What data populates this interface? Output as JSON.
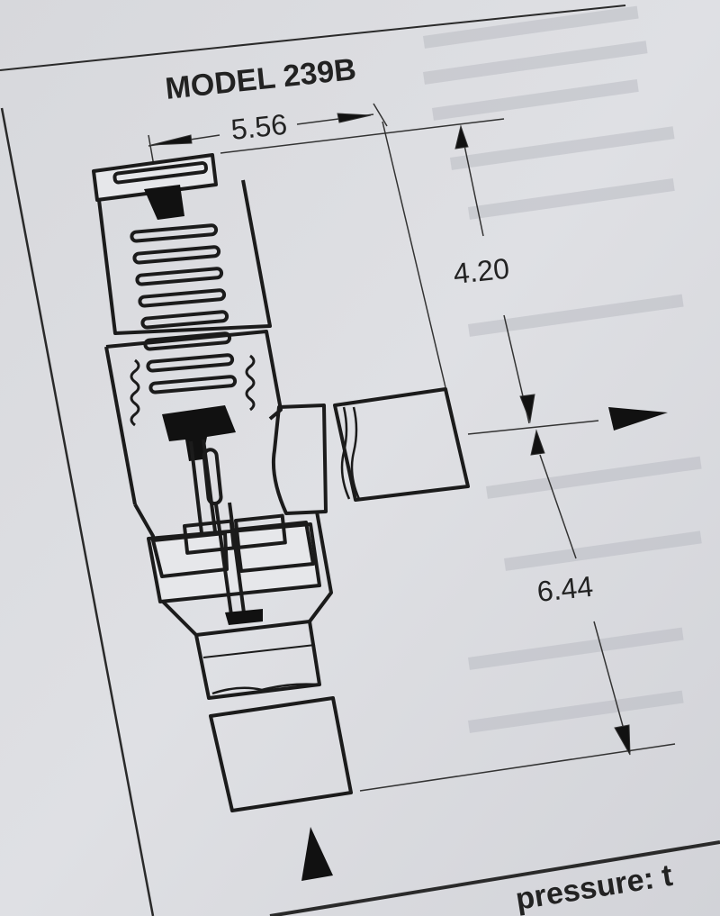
{
  "figure": {
    "title": "MODEL 239B",
    "dimensions": {
      "top_width": "5.56",
      "upper_height": "4.20",
      "lower_height": "6.44"
    },
    "bottom_text": "pressure: t"
  },
  "colors": {
    "paper": "#dcdde1",
    "ink": "#1b1b1b",
    "line": "#3a3a3a"
  }
}
